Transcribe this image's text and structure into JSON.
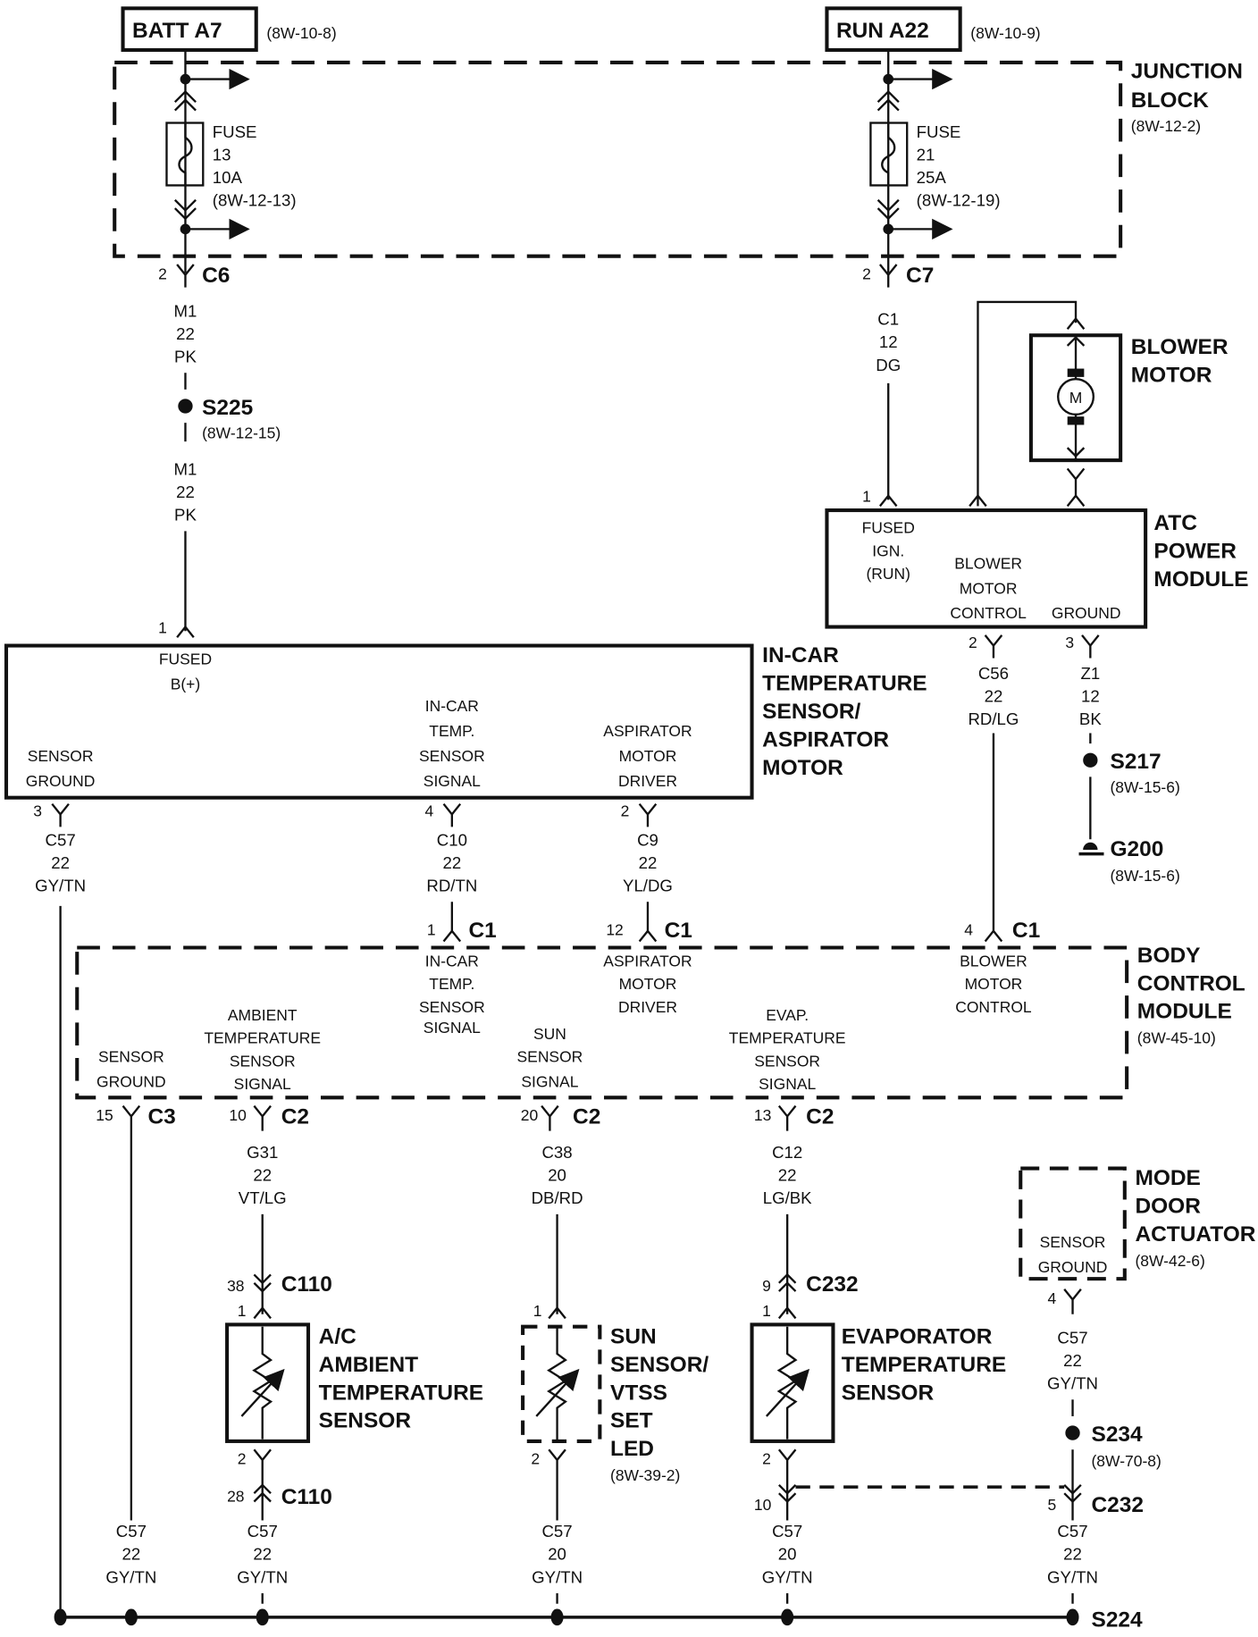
{
  "sources": {
    "batt": {
      "label": "BATT A7",
      "ref": "(8W-10-8)"
    },
    "run": {
      "label": "RUN A22",
      "ref": "(8W-10-9)"
    }
  },
  "junction_block": {
    "title_lines": [
      "JUNCTION",
      "BLOCK"
    ],
    "ref": "(8W-12-2)",
    "fuses": [
      {
        "lines": [
          "FUSE",
          "13",
          "10A",
          "(8W-12-13)"
        ]
      },
      {
        "lines": [
          "FUSE",
          "21",
          "25A",
          "(8W-12-19)"
        ]
      }
    ],
    "connectors": [
      {
        "pin": "2",
        "name": "C6"
      },
      {
        "pin": "2",
        "name": "C7"
      }
    ]
  },
  "wires": {
    "m1_upper": [
      "M1",
      "22",
      "PK"
    ],
    "m1_lower": [
      "M1",
      "22",
      "PK"
    ],
    "c1": [
      "C1",
      "12",
      "DG"
    ],
    "c57_incar": [
      "C57",
      "22",
      "GY/TN"
    ],
    "c10": [
      "C10",
      "22",
      "RD/TN"
    ],
    "c9": [
      "C9",
      "22",
      "YL/DG"
    ],
    "c56": [
      "C56",
      "22",
      "RD/LG"
    ],
    "z1": [
      "Z1",
      "12",
      "BK"
    ],
    "g31": [
      "G31",
      "22",
      "VT/LG"
    ],
    "c38": [
      "C38",
      "20",
      "DB/RD"
    ],
    "c12": [
      "C12",
      "22",
      "LG/BK"
    ],
    "c57_mode": [
      "C57",
      "22",
      "GY/TN"
    ],
    "bottom": [
      [
        "C57",
        "22",
        "GY/TN"
      ],
      [
        "C57",
        "22",
        "GY/TN"
      ],
      [
        "C57",
        "20",
        "GY/TN"
      ],
      [
        "C57",
        "20",
        "GY/TN"
      ],
      [
        "C57",
        "22",
        "GY/TN"
      ]
    ]
  },
  "splices": {
    "s225": {
      "name": "S225",
      "ref": "(8W-12-15)"
    },
    "s217": {
      "name": "S217",
      "ref": "(8W-15-6)"
    },
    "g200": {
      "name": "G200",
      "ref": "(8W-15-6)"
    },
    "s234": {
      "name": "S234",
      "ref": "(8W-70-8)"
    },
    "s224": {
      "name": "S224"
    }
  },
  "blower_motor": {
    "title_lines": [
      "BLOWER",
      "MOTOR"
    ],
    "symbol": "M"
  },
  "atc_module": {
    "title_lines": [
      "ATC",
      "POWER",
      "MODULE"
    ],
    "pins": [
      {
        "num": "1",
        "label_lines": [
          "FUSED",
          "IGN.",
          "(RUN)"
        ]
      },
      {
        "num": "2",
        "label_lines": [
          "BLOWER",
          "MOTOR",
          "CONTROL"
        ]
      },
      {
        "num": "3",
        "label_lines": [
          "GROUND"
        ]
      }
    ]
  },
  "incar_sensor": {
    "title_lines": [
      "IN-CAR",
      "TEMPERATURE",
      "SENSOR/",
      "ASPIRATOR",
      "MOTOR"
    ],
    "pins": [
      {
        "num": "1",
        "label_lines": [
          "FUSED",
          "B(+)"
        ]
      },
      {
        "num": "3",
        "label_lines": [
          "SENSOR",
          "GROUND"
        ]
      },
      {
        "num": "4",
        "label_lines": [
          "IN-CAR",
          "TEMP.",
          "SENSOR",
          "SIGNAL"
        ]
      },
      {
        "num": "2",
        "label_lines": [
          "ASPIRATOR",
          "MOTOR",
          "DRIVER"
        ]
      }
    ]
  },
  "bcm": {
    "title_lines": [
      "BODY",
      "CONTROL",
      "MODULE"
    ],
    "ref": "(8W-45-10)",
    "top_pins": [
      {
        "num": "1",
        "conn": "C1",
        "label_lines": [
          "IN-CAR",
          "TEMP.",
          "SENSOR",
          "SIGNAL"
        ]
      },
      {
        "num": "12",
        "conn": "C1",
        "label_lines": [
          "ASPIRATOR",
          "MOTOR",
          "DRIVER"
        ]
      },
      {
        "num": "4",
        "conn": "C1",
        "label_lines": [
          "BLOWER",
          "MOTOR",
          "CONTROL"
        ]
      }
    ],
    "bottom_pins": [
      {
        "num": "15",
        "conn": "C3",
        "label_lines": [
          "SENSOR",
          "GROUND"
        ]
      },
      {
        "num": "10",
        "conn": "C2",
        "label_lines": [
          "AMBIENT",
          "TEMPERATURE",
          "SENSOR",
          "SIGNAL"
        ]
      },
      {
        "num": "20",
        "conn": "C2",
        "label_lines": [
          "SUN",
          "SENSOR",
          "SIGNAL"
        ]
      },
      {
        "num": "13",
        "conn": "C2",
        "label_lines": [
          "EVAP.",
          "TEMPERATURE",
          "SENSOR",
          "SIGNAL"
        ]
      }
    ]
  },
  "mode_door": {
    "title_lines": [
      "MODE",
      "DOOR",
      "ACTUATOR"
    ],
    "ref": "(8W-42-6)",
    "pin": {
      "num": "4",
      "label_lines": [
        "SENSOR",
        "GROUND"
      ]
    }
  },
  "inline_connectors": {
    "c110_top": {
      "pin": "38",
      "name": "C110"
    },
    "c110_bot": {
      "pin": "28",
      "name": "C110"
    },
    "c232_top": {
      "pin": "9",
      "name": "C232"
    },
    "c232_evap": {
      "pin": "10"
    },
    "c232_mode": {
      "pin": "5",
      "name": "C232"
    }
  },
  "sensors": {
    "ambient": {
      "title_lines": [
        "A/C",
        "AMBIENT",
        "TEMPERATURE",
        "SENSOR"
      ],
      "pin_top": "1",
      "pin_bot": "2"
    },
    "sun": {
      "title_lines": [
        "SUN",
        "SENSOR/",
        "VTSS",
        "SET",
        "LED"
      ],
      "ref": "(8W-39-2)",
      "pin_top": "1",
      "pin_bot": "2"
    },
    "evap": {
      "title_lines": [
        "EVAPORATOR",
        "TEMPERATURE",
        "SENSOR"
      ],
      "pin_top": "1",
      "pin_bot": "2"
    }
  }
}
